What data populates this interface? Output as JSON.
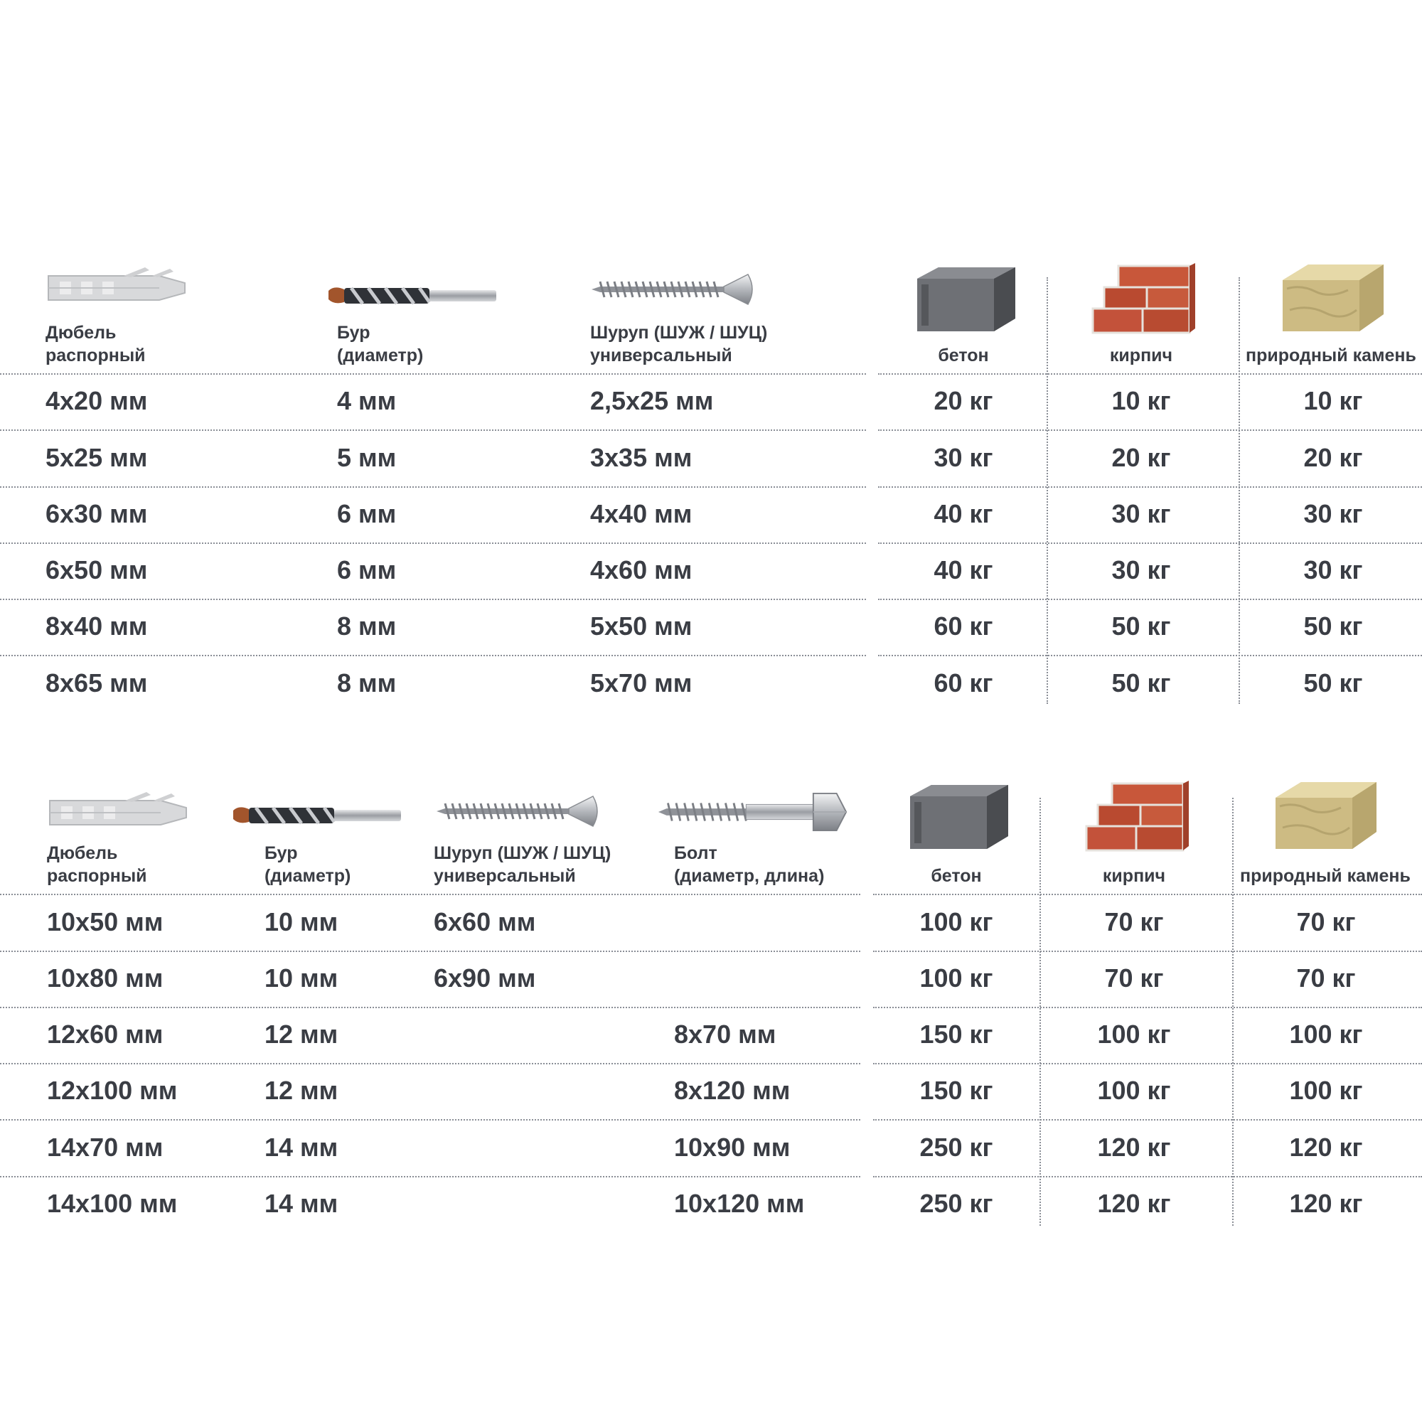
{
  "table1": {
    "headers": {
      "dowel": [
        "Дюбель",
        "распорный"
      ],
      "drill": [
        "Бур",
        "(диаметр)"
      ],
      "screw": [
        "Шуруп (ШУЖ / ШУЦ)",
        "универсальный"
      ],
      "concrete": "бетон",
      "brick": "кирпич",
      "stone": "природный камень"
    },
    "rows": [
      {
        "dowel": "4х20 мм",
        "drill": "4 мм",
        "screw": "2,5х25 мм",
        "concrete": "20 кг",
        "brick": "10 кг",
        "stone": "10 кг"
      },
      {
        "dowel": "5х25 мм",
        "drill": "5 мм",
        "screw": "3х35 мм",
        "concrete": "30 кг",
        "brick": "20 кг",
        "stone": "20 кг"
      },
      {
        "dowel": "6х30 мм",
        "drill": "6 мм",
        "screw": "4х40 мм",
        "concrete": "40 кг",
        "brick": "30 кг",
        "stone": "30 кг"
      },
      {
        "dowel": "6х50 мм",
        "drill": "6 мм",
        "screw": "4х60 мм",
        "concrete": "40 кг",
        "brick": "30 кг",
        "stone": "30 кг"
      },
      {
        "dowel": "8х40 мм",
        "drill": "8 мм",
        "screw": "5х50 мм",
        "concrete": "60 кг",
        "brick": "50 кг",
        "stone": "50 кг"
      },
      {
        "dowel": "8х65 мм",
        "drill": "8 мм",
        "screw": "5х70 мм",
        "concrete": "60 кг",
        "brick": "50 кг",
        "stone": "50 кг"
      }
    ]
  },
  "table2": {
    "headers": {
      "dowel": [
        "Дюбель",
        "распорный"
      ],
      "drill": [
        "Бур",
        "(диаметр)"
      ],
      "screw": [
        "Шуруп (ШУЖ / ШУЦ)",
        "универсальный"
      ],
      "bolt": [
        "Болт",
        "(диаметр, длина)"
      ],
      "concrete": "бетон",
      "brick": "кирпич",
      "stone": "природный камень"
    },
    "rows": [
      {
        "dowel": "10х50 мм",
        "drill": "10 мм",
        "screw": "6х60 мм",
        "bolt": "",
        "concrete": "100 кг",
        "brick": "70 кг",
        "stone": "70 кг"
      },
      {
        "dowel": "10х80 мм",
        "drill": "10 мм",
        "screw": "6х90 мм",
        "bolt": "",
        "concrete": "100 кг",
        "brick": "70 кг",
        "stone": "70 кг"
      },
      {
        "dowel": "12х60 мм",
        "drill": "12 мм",
        "screw": "",
        "bolt": "8х70 мм",
        "concrete": "150 кг",
        "brick": "100 кг",
        "stone": "100 кг"
      },
      {
        "dowel": "12х100 мм",
        "drill": "12 мм",
        "screw": "",
        "bolt": "8х120 мм",
        "concrete": "150 кг",
        "brick": "100 кг",
        "stone": "100 кг"
      },
      {
        "dowel": "14х70 мм",
        "drill": "14 мм",
        "screw": "",
        "bolt": "10х90 мм",
        "concrete": "250 кг",
        "brick": "120 кг",
        "stone": "120 кг"
      },
      {
        "dowel": "14х100 мм",
        "drill": "14 мм",
        "screw": "",
        "bolt": "10х120 мм",
        "concrete": "250 кг",
        "brick": "120 кг",
        "stone": "120 кг"
      }
    ]
  },
  "colors": {
    "text": "#3a3d44",
    "dotted_line": "#8a8e96",
    "brick": "#c4553a",
    "stone": "#d9c890",
    "concrete": "#6e7075"
  },
  "icons": [
    "dowel-icon",
    "drill-bit-icon",
    "screw-icon",
    "bolt-icon",
    "concrete-block-icon",
    "brick-icon",
    "stone-icon"
  ]
}
